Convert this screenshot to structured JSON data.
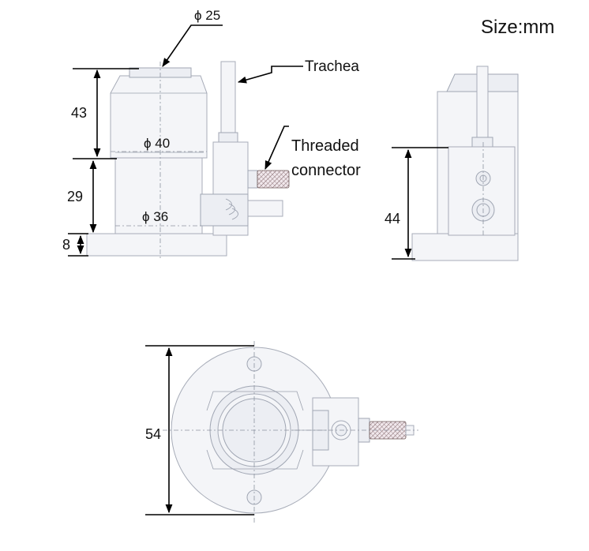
{
  "units_label": "Size:mm",
  "side_view": {
    "top_diameter": "ϕ 25",
    "mid_diameter": "ϕ 40",
    "low_diameter": "ϕ 36",
    "height_top": "43",
    "height_mid": "29",
    "height_base": "8",
    "callout_trachea": "Trachea",
    "callout_threaded_line1": "Threaded",
    "callout_threaded_line2": "connector"
  },
  "end_view": {
    "height": "44"
  },
  "top_view": {
    "outer_dimension": "54"
  }
}
